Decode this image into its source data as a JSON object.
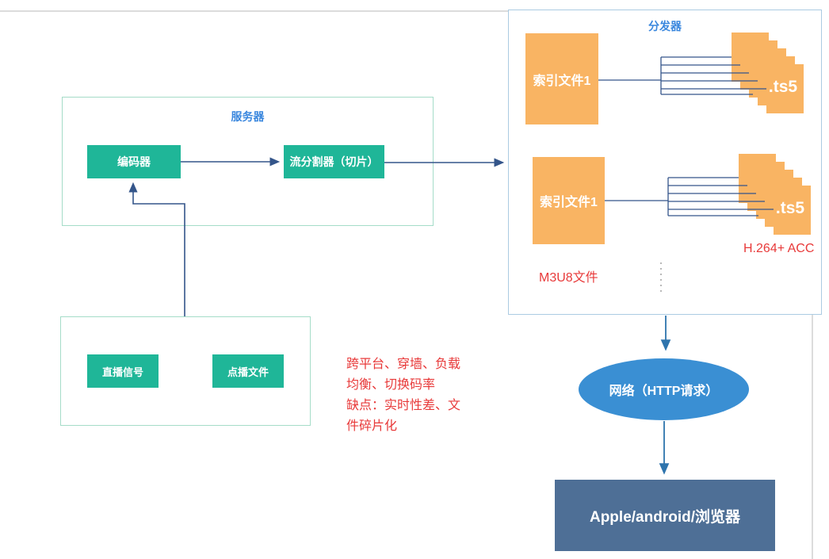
{
  "server": {
    "title": "服务器",
    "encoder_label": "编码器",
    "splitter_label": "流分割器（切片）"
  },
  "sources": {
    "live_label": "直播信号",
    "vod_label": "点播文件"
  },
  "notes": {
    "lines": [
      "跨平台、穿墙、负载",
      "均衡、切换码率",
      "缺点：实时性差、文",
      "件碎片化"
    ]
  },
  "distributor": {
    "title": "分发器",
    "groups": [
      {
        "index_label": "索引文件1",
        "ts_label": ".ts5"
      },
      {
        "index_label": "索引文件1",
        "ts_label": ".ts5"
      }
    ],
    "m3u8_note": "M3U8文件",
    "codec_note": "H.264+ ACC"
  },
  "network": {
    "label": "网络（HTTP请求）"
  },
  "client": {
    "label": "Apple/android/浏览器"
  },
  "colors": {
    "node_green": "#1fb698",
    "file_orange": "#f9b463",
    "network_blue": "#3a8fd3",
    "client_slate": "#4e6f96",
    "title_blue": "#3a87de",
    "note_red": "#e83a3a",
    "connector_navy": "#34558a",
    "connector_steel": "#2e74ad",
    "border_teal": "#a5dcc8",
    "border_blue": "#abcbe2",
    "page_edge_gray": "#dcdcdc"
  }
}
